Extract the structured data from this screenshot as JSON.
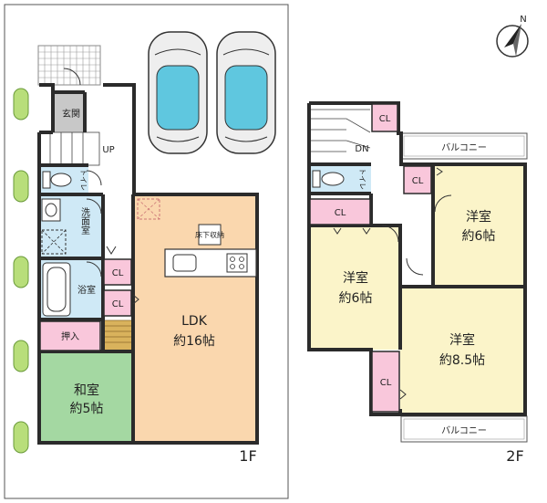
{
  "floor1": {
    "label": "1F",
    "rooms": {
      "entrance": "玄関",
      "up": "UP",
      "toilet": "トイレ",
      "washroom": "洗面室",
      "bath": "浴室",
      "closet_a": "CL",
      "closet_b": "CL",
      "storage": "押入",
      "ldk_name": "LDK",
      "ldk_size": "約16帖",
      "under_floor": "床下収納",
      "washitsu_name": "和室",
      "washitsu_size": "約5帖"
    }
  },
  "floor2": {
    "label": "2F",
    "rooms": {
      "dn": "DN",
      "toilet": "トイレ",
      "closet_top": "CL",
      "closet_hall": "CL",
      "closet_mid": "CL",
      "closet_low": "CL",
      "balcony_top": "バルコニー",
      "balcony_bottom": "バルコニー",
      "room_a_name": "洋室",
      "room_a_size": "約6帖",
      "room_b_name": "洋室",
      "room_b_size": "約6帖",
      "room_c_name": "洋室",
      "room_c_size": "約8.5帖"
    }
  },
  "compass_letter": "N",
  "colors": {
    "ldk": "#fad7ae",
    "washitsu": "#a4d8a2",
    "bedroom": "#fbf4c9",
    "wet_area": "#cfe9f6",
    "closet": "#f9c7db",
    "entrance": "#c8c8c8",
    "car": "#5fc7df",
    "shrub": "#b8de7a"
  }
}
